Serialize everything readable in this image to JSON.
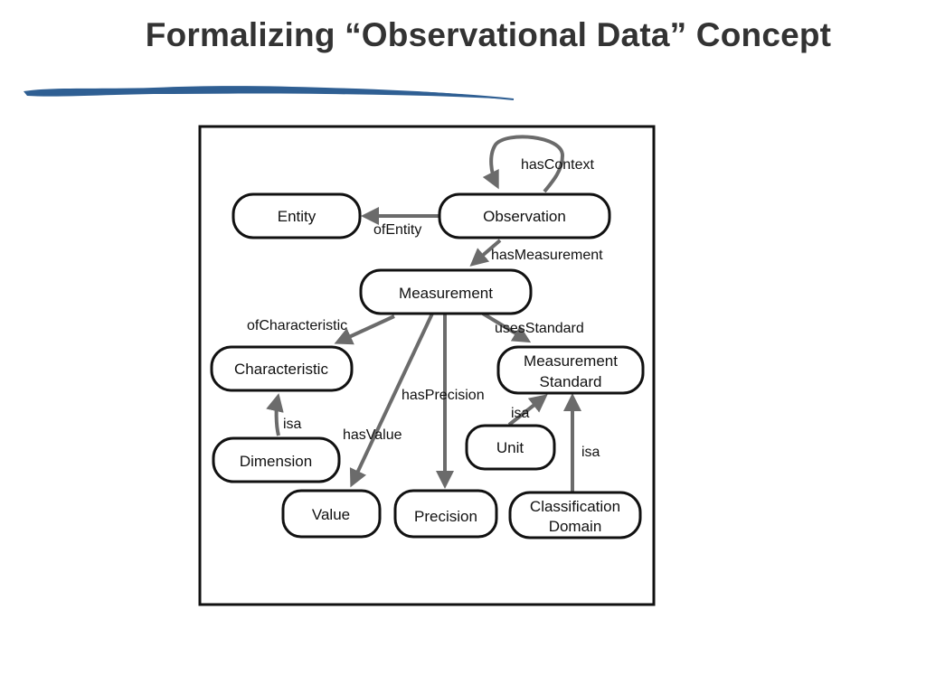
{
  "title": "Formalizing “Observational Data” Concept",
  "colors": {
    "title": "#333333",
    "brush": "#2f5f93",
    "edge": "#6b6b6b",
    "node_border": "#111111"
  },
  "nodes": {
    "entity": "Entity",
    "observation": "Observation",
    "measurement": "Measurement",
    "characteristic": "Characteristic",
    "measurement_standard_line1": "Measurement",
    "measurement_standard_line2": "Standard",
    "dimension": "Dimension",
    "unit": "Unit",
    "value": "Value",
    "precision": "Precision",
    "classification_domain_line1": "Classification",
    "classification_domain_line2": "Domain"
  },
  "edges": {
    "has_context": "hasContext",
    "of_entity": "ofEntity",
    "has_measurement": "hasMeasurement",
    "of_characteristic": "ofCharacteristic",
    "uses_standard": "usesStandard",
    "has_precision": "hasPrecision",
    "has_value": "hasValue",
    "isa_dimension": "isa",
    "isa_unit": "isa",
    "isa_classification": "isa"
  }
}
